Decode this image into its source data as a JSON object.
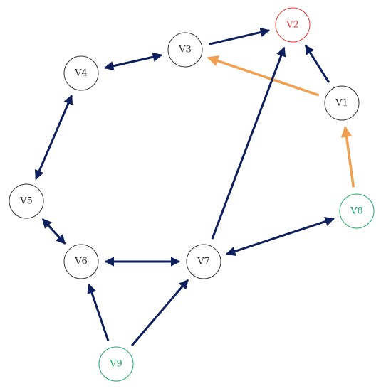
{
  "colors": {
    "edge_default": "#0d1f5c",
    "edge_highlight": "#f0a050",
    "node_default": "#333333",
    "node_target": "#ee3333",
    "node_source": "#22aa66"
  },
  "nodes": [
    {
      "id": "V1",
      "label": "V1",
      "role": "default"
    },
    {
      "id": "V2",
      "label": "V2",
      "role": "target"
    },
    {
      "id": "V3",
      "label": "V3",
      "role": "default"
    },
    {
      "id": "V4",
      "label": "V4",
      "role": "default"
    },
    {
      "id": "V5",
      "label": "V5",
      "role": "default"
    },
    {
      "id": "V6",
      "label": "V6",
      "role": "default"
    },
    {
      "id": "V7",
      "label": "V7",
      "role": "default"
    },
    {
      "id": "V8",
      "label": "V8",
      "role": "source"
    },
    {
      "id": "V9",
      "label": "V9",
      "role": "source"
    }
  ],
  "edges": [
    {
      "from": "V3",
      "to": "V2",
      "bidirectional": false,
      "highlight": false
    },
    {
      "from": "V1",
      "to": "V2",
      "bidirectional": false,
      "highlight": false
    },
    {
      "from": "V1",
      "to": "V3",
      "bidirectional": false,
      "highlight": true
    },
    {
      "from": "V8",
      "to": "V1",
      "bidirectional": false,
      "highlight": true
    },
    {
      "from": "V4",
      "to": "V3",
      "bidirectional": true,
      "highlight": false
    },
    {
      "from": "V4",
      "to": "V5",
      "bidirectional": true,
      "highlight": false
    },
    {
      "from": "V5",
      "to": "V6",
      "bidirectional": true,
      "highlight": false
    },
    {
      "from": "V6",
      "to": "V7",
      "bidirectional": true,
      "highlight": false
    },
    {
      "from": "V7",
      "to": "V8",
      "bidirectional": true,
      "highlight": false
    },
    {
      "from": "V7",
      "to": "V2",
      "bidirectional": false,
      "highlight": false
    },
    {
      "from": "V9",
      "to": "V6",
      "bidirectional": false,
      "highlight": false
    },
    {
      "from": "V9",
      "to": "V7",
      "bidirectional": false,
      "highlight": false
    }
  ]
}
